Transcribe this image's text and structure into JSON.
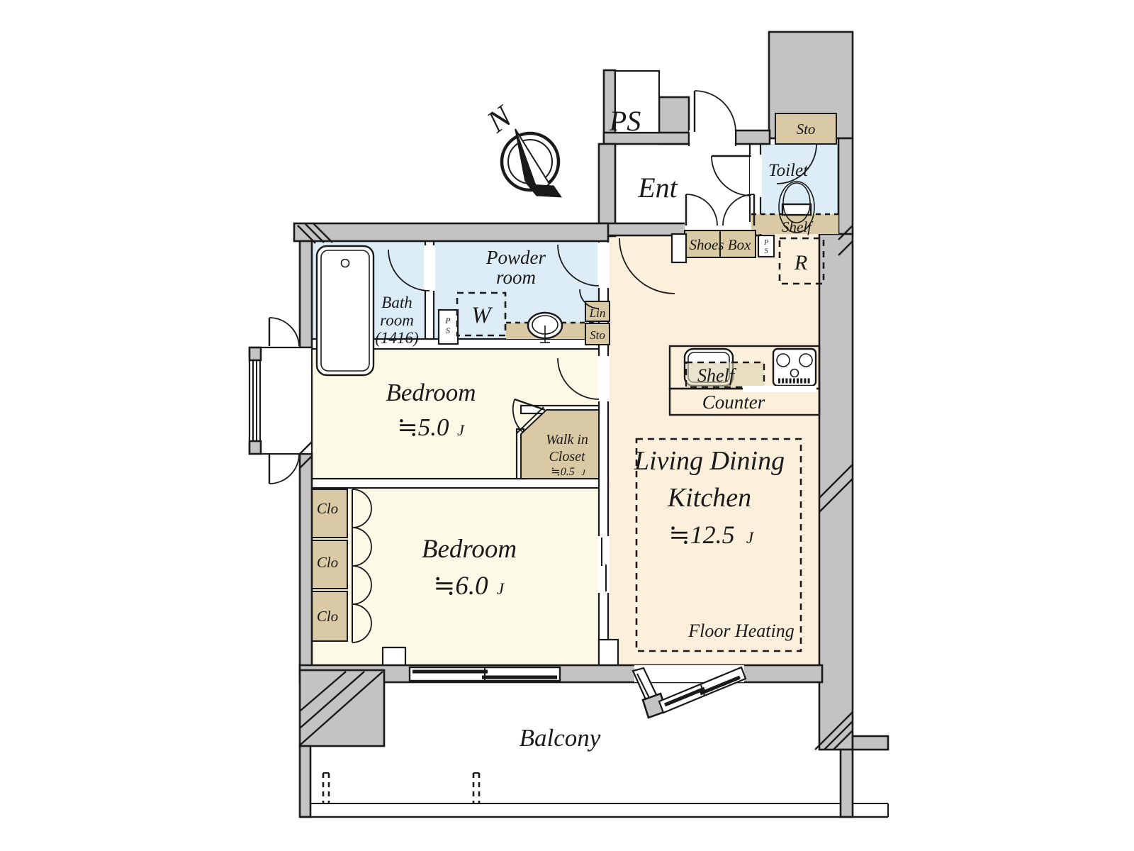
{
  "colors": {
    "wall": "#c3c3c3",
    "wet_rooms": "#ddedf8",
    "bedroom": "#fdf9e7",
    "ldk": "#fcefdc",
    "closet_tan": "#d9c9a4",
    "shelf_tan": "#dbd2ae",
    "line": "#1a1a1a"
  },
  "compass": {
    "north": "N"
  },
  "upper": {
    "ps": "PS",
    "ent": "Ent",
    "sto": "Sto",
    "toilet": "Toilet",
    "toilet_shelf": "Shelf",
    "shoes_box": "Shoes Box",
    "ps_p": "P",
    "ps_s": "S",
    "refrigerator": "R"
  },
  "wet": {
    "bath1": "Bath",
    "bath2": "room",
    "bath3": "(1416)",
    "powder1": "Powder",
    "powder2": "room",
    "washer": "W",
    "lin": "Lin",
    "sto": "Sto",
    "ps_p": "P",
    "ps_s": "S"
  },
  "kitchen": {
    "shelf": "Shelf",
    "counter": "Counter"
  },
  "ldk": {
    "name1": "Living Dining",
    "name2": "Kitchen",
    "area": "≒12.5",
    "unit": "J",
    "floor_heating": "Floor Heating"
  },
  "bedroom1": {
    "name": "Bedroom",
    "area": "≒5.0",
    "unit": "J"
  },
  "bedroom2": {
    "name": "Bedroom",
    "area": "≒6.0",
    "unit": "J",
    "clo": [
      "Clo",
      "Clo",
      "Clo"
    ]
  },
  "wic": {
    "name1": "Walk in",
    "name2": "Closet",
    "area": "≒0.5",
    "unit": "J"
  },
  "balcony": {
    "name": "Balcony"
  }
}
